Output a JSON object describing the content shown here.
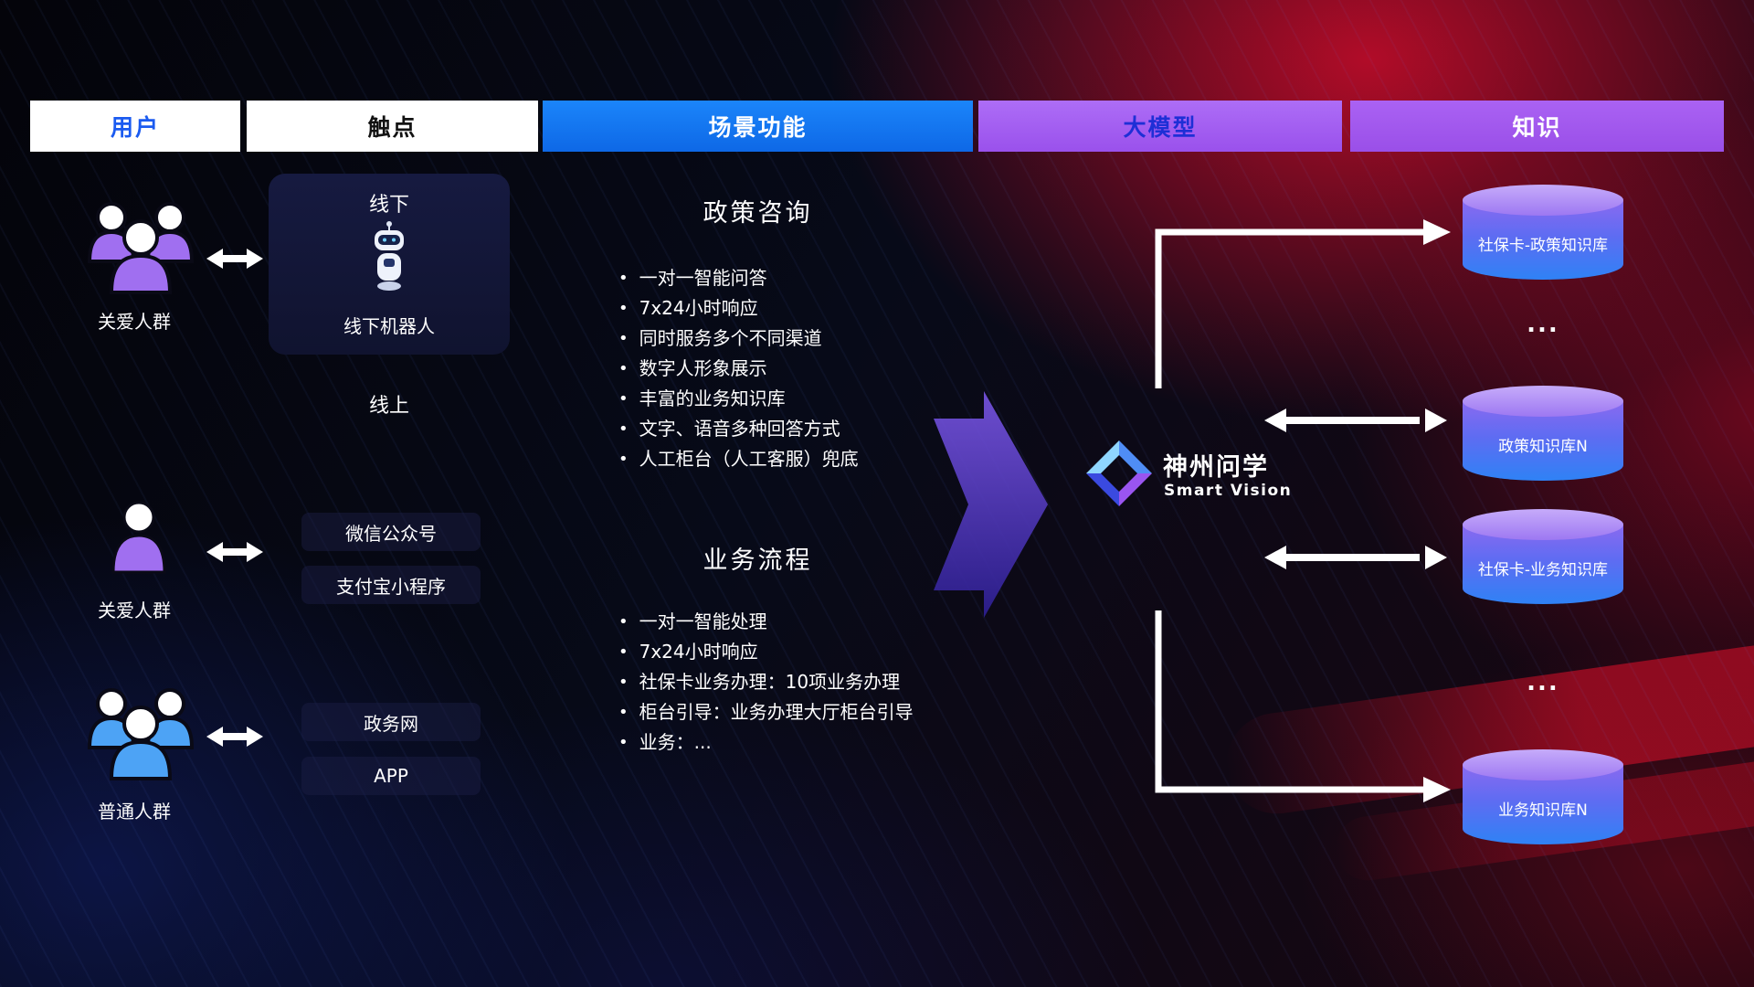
{
  "header": {
    "columns": [
      {
        "label": "用户"
      },
      {
        "label": "触点"
      },
      {
        "label": "场景功能"
      },
      {
        "label": "大模型"
      },
      {
        "label": "知识"
      }
    ]
  },
  "users": [
    {
      "label": "关爱人群",
      "icon": "group-people-icon",
      "color": "#a06ff0"
    },
    {
      "label": "关爱人群",
      "icon": "single-person-icon",
      "color": "#a06ff0"
    },
    {
      "label": "普通人群",
      "icon": "group-people-icon",
      "color": "#4da3f5"
    }
  ],
  "touchpoints": {
    "offline_title": "线下",
    "offline_robot_label": "线下机器人",
    "online_title": "线上",
    "channels": [
      "微信公众号",
      "支付宝小程序",
      "政务网",
      "APP"
    ]
  },
  "scenarios": [
    {
      "title": "政策咨询",
      "bullets": [
        "一对一智能问答",
        "7x24小时响应",
        "同时服务多个不同渠道",
        "数字人形象展示",
        "丰富的业务知识库",
        "文字、语音多种回答方式",
        "人工柜台（人工客服）兜底"
      ]
    },
    {
      "title": "业务流程",
      "bullets": [
        "一对一智能处理",
        "7x24小时响应",
        "社保卡业务办理：10项业务办理",
        "柜台引导：业务办理大厅柜台引导",
        "业务：..."
      ]
    }
  ],
  "model": {
    "name": "神州问学",
    "subtitle": "Smart Vision"
  },
  "knowledge": {
    "items": [
      "社保卡-政策知识库",
      "政策知识库N",
      "社保卡-业务知识库",
      "业务知识库N"
    ],
    "ellipsis": "..."
  },
  "colors": {
    "header_blue": "#1b85fa",
    "header_purple": "#9a51ec",
    "user_purple": "#a06ff0",
    "user_blue": "#4da3f5",
    "cylinder_top": "#b393f8",
    "cylinder_bottom": "#2f82f5",
    "arrow_white": "#ffffff"
  }
}
